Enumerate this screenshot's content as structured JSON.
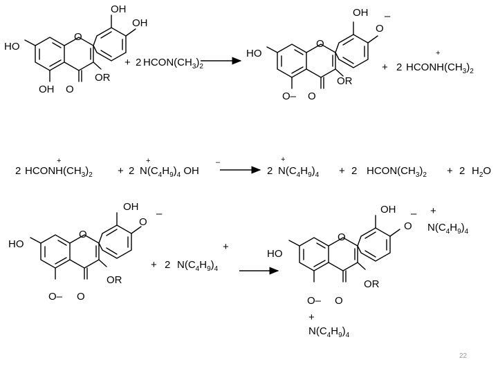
{
  "slide": {
    "page_number": "22"
  },
  "reactions": {
    "r1": {
      "reactant1": {
        "atoms": {
          "oh_top": "OH",
          "oh_right": "OH",
          "ho_left": "HO",
          "oh_bottom": "OH",
          "ring_o": "O",
          "carbonyl_o": "O",
          "or": "OR"
        }
      },
      "plus1": "+",
      "coeff": "2",
      "reagent": [
        "HCON(CH",
        "3",
        ")",
        "2"
      ],
      "product1": {
        "atoms": {
          "oh_top": "OH",
          "phenolate": "O",
          "minus_top": "–",
          "ho_left": "HO",
          "ring_o": "O",
          "carbonyl_o": "O",
          "or": "OR",
          "o_minus": "O–"
        }
      },
      "plus2": "+",
      "plus_charge": "+",
      "coeff2": "2",
      "product2": [
        "HCONH(CH",
        "3",
        ")",
        "2"
      ]
    },
    "r2": {
      "coeff1": "2",
      "plus_charge1": "+",
      "r1": [
        "HCONH(CH",
        "3",
        ")",
        "2"
      ],
      "plus1": "+",
      "coeff2": "2",
      "plus_charge2": "+",
      "r2": [
        "N(C",
        "4",
        "H",
        "9",
        ")",
        "4",
        " OH"
      ],
      "minus": "–",
      "coeff3": "2",
      "plus_charge3": "+",
      "p1": [
        "N(C",
        "4",
        "H",
        "9",
        ")",
        "4"
      ],
      "plus2": "+",
      "coeff4": "2",
      "p2": [
        "HCON(CH",
        "3",
        ")",
        "2"
      ],
      "plus3": "+",
      "coeff5": "2",
      "p3": [
        "H",
        "2",
        "O"
      ]
    },
    "r3": {
      "reactant": {
        "atoms": {
          "oh_top": "OH",
          "phenolate": "O",
          "minus_top": "–",
          "ho_left": "HO",
          "ring_o": "O",
          "carbonyl_o": "O",
          "or": "OR",
          "o_minus": "O–"
        }
      },
      "plus": "+",
      "coeff": "2",
      "plus_charge": "+",
      "reagent": [
        "N(C",
        "4",
        "H",
        "9",
        ")",
        "4"
      ],
      "product": {
        "atoms": {
          "oh_top": "OH",
          "phenolate": "O",
          "minus_top": "–",
          "ho_left": "HO",
          "ring_o": "O",
          "carbonyl_o": "O",
          "or": "OR",
          "o_minus": "O–"
        },
        "counter_plus_top": "+",
        "counter_top": [
          "N(C",
          "4",
          "H",
          "9",
          ")",
          "4"
        ],
        "counter_plus_bottom": "+",
        "counter_bottom": [
          "N(C",
          "4",
          "H",
          "9",
          ")",
          "4"
        ]
      }
    }
  }
}
